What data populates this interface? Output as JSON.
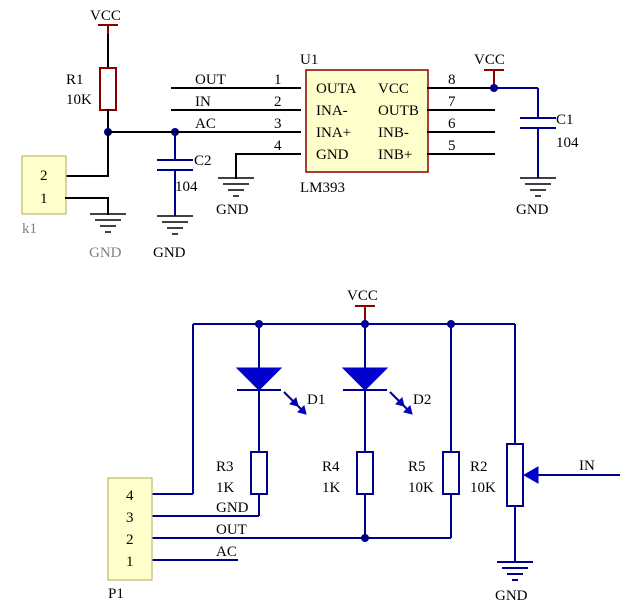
{
  "top": {
    "vcc_r1": "VCC",
    "vcc_c1": "VCC",
    "r1": {
      "ref": "R1",
      "value": "10K"
    },
    "c2": {
      "ref": "C2",
      "value": "104"
    },
    "c1": {
      "ref": "C1",
      "value": "104"
    },
    "k1": {
      "ref": "k1",
      "pins": [
        "2",
        "1"
      ]
    },
    "gnd_k1": "GND",
    "gnd_c2": "GND",
    "gnd_u1": "GND",
    "gnd_c1": "GND",
    "net_out": "OUT",
    "net_in": "IN",
    "net_ac": "AC",
    "u1": {
      "ref": "U1",
      "part": "LM393",
      "left_pins": [
        {
          "num": "1",
          "name": "OUTA"
        },
        {
          "num": "2",
          "name": "INA-"
        },
        {
          "num": "3",
          "name": "INA+"
        },
        {
          "num": "4",
          "name": "GND"
        }
      ],
      "right_pins": [
        {
          "num": "8",
          "name": "VCC"
        },
        {
          "num": "7",
          "name": "OUTB"
        },
        {
          "num": "6",
          "name": "INB-"
        },
        {
          "num": "5",
          "name": "INB+"
        }
      ]
    }
  },
  "bottom": {
    "vcc": "VCC",
    "d1": "D1",
    "d2": "D2",
    "r3": {
      "ref": "R3",
      "value": "1K"
    },
    "r4": {
      "ref": "R4",
      "value": "1K"
    },
    "r5": {
      "ref": "R5",
      "value": "10K"
    },
    "r2": {
      "ref": "R2",
      "value": "10K"
    },
    "net_in": "IN",
    "p1": {
      "ref": "P1",
      "pins": [
        "4",
        "3",
        "2",
        "1"
      ]
    },
    "p1_net_gnd": "GND",
    "p1_net_out": "OUT",
    "p1_net_ac": "AC",
    "gnd_r2": "GND"
  }
}
